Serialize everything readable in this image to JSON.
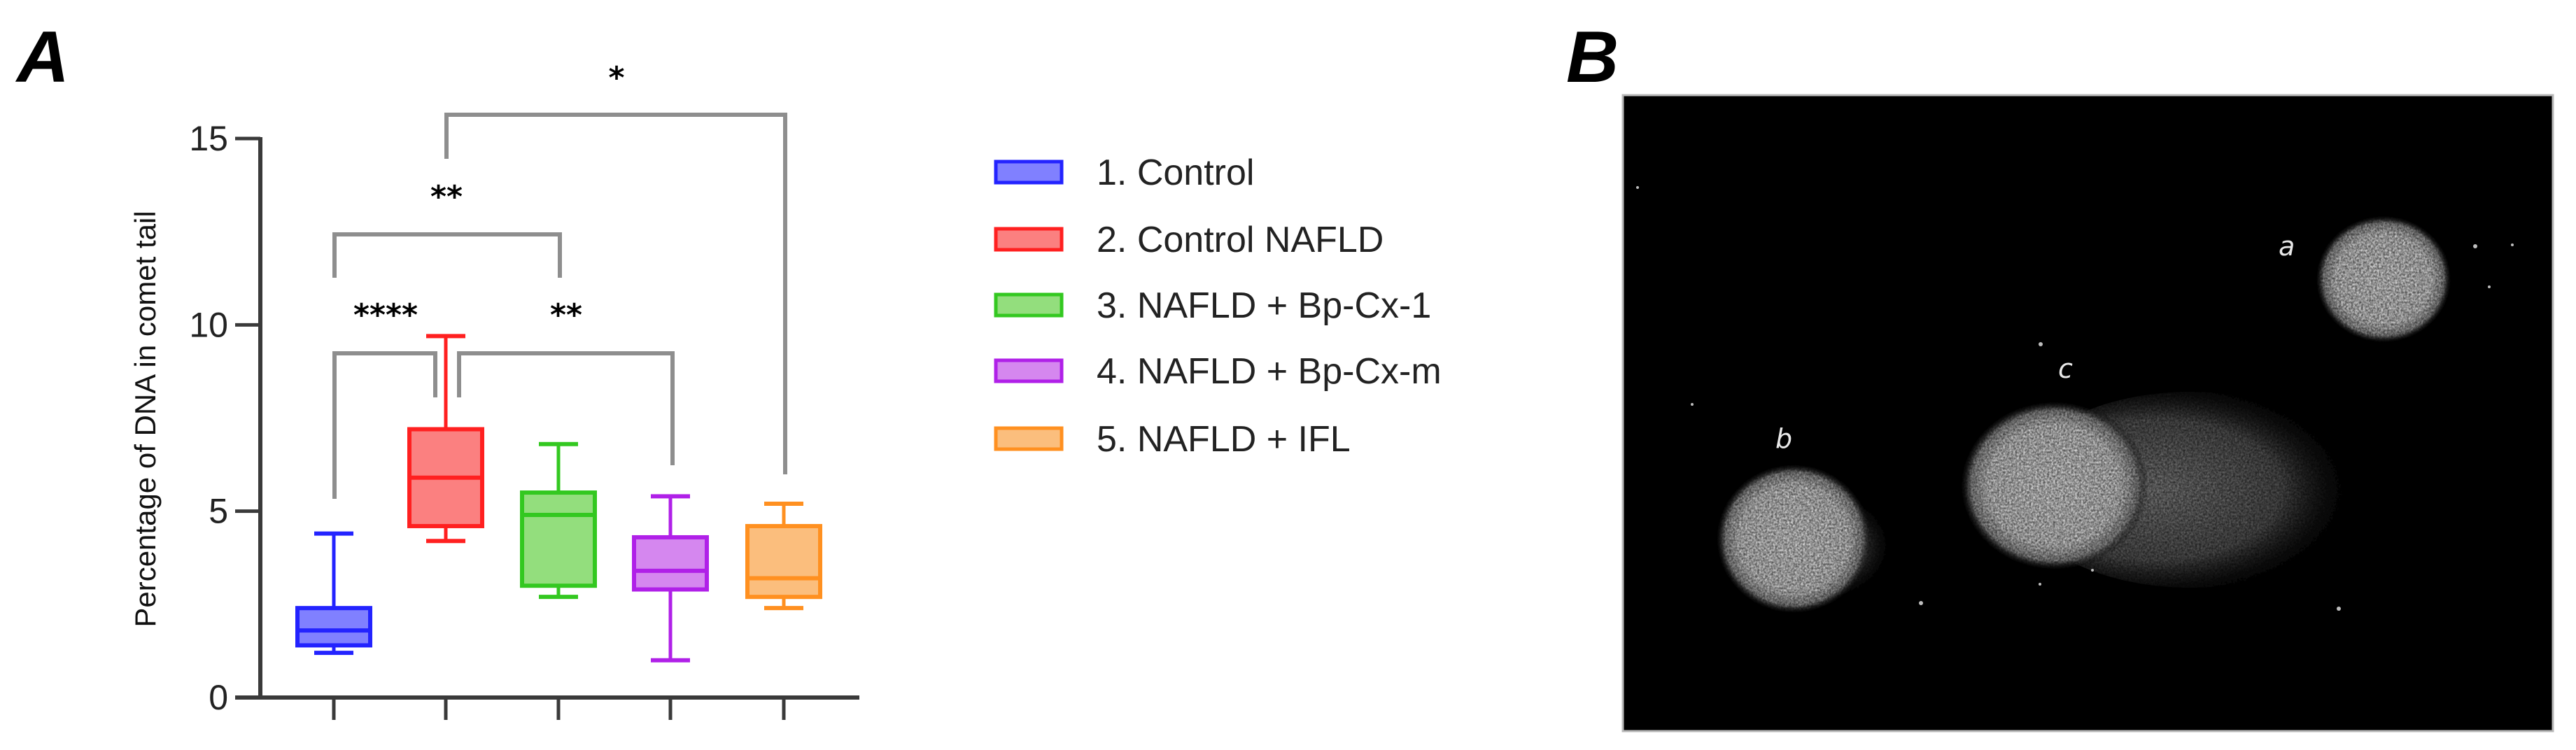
{
  "panels": {
    "a_label": "A",
    "b_label": "B"
  },
  "chart_data": {
    "type": "box",
    "title": "",
    "xlabel": "",
    "ylabel": "Percentage of DNA in comet tail",
    "ylim": [
      0,
      15
    ],
    "yticks": [
      0,
      5,
      10,
      15
    ],
    "grid": false,
    "legend_position": "right",
    "categories": [
      "1. Control",
      "2. Control NAFLD",
      "3. NAFLD + Bp-Cx-1",
      "4. NAFLD + Bp-Cx-m",
      "5. NAFLD + IFL"
    ],
    "series": [
      {
        "name": "1. Control",
        "color": "#2323ff",
        "fill": "#8080ff",
        "min": 1.2,
        "q1": 1.4,
        "median": 1.8,
        "q3": 2.4,
        "max": 4.4
      },
      {
        "name": "2. Control NAFLD",
        "color": "#ff2020",
        "fill": "#fb8080",
        "min": 4.2,
        "q1": 4.6,
        "median": 5.9,
        "q3": 7.2,
        "max": 9.7
      },
      {
        "name": "3. NAFLD + Bp-Cx-1",
        "color": "#33c820",
        "fill": "#93de7d",
        "min": 2.7,
        "q1": 3.0,
        "median": 4.9,
        "q3": 5.5,
        "max": 6.8
      },
      {
        "name": "4. NAFLD + Bp-Cx-m",
        "color": "#b020e8",
        "fill": "#d587ef",
        "min": 1.0,
        "q1": 2.9,
        "median": 3.4,
        "q3": 4.3,
        "max": 5.4
      },
      {
        "name": "5. NAFLD + IFL",
        "color": "#ff9020",
        "fill": "#fbbe7d",
        "min": 2.4,
        "q1": 2.7,
        "median": 3.2,
        "q3": 4.6,
        "max": 5.2
      }
    ],
    "annotations": [
      {
        "groups": [
          1,
          2
        ],
        "label": "****"
      },
      {
        "groups": [
          2,
          4
        ],
        "label": "**"
      },
      {
        "groups": [
          1,
          3
        ],
        "label": "**"
      },
      {
        "groups": [
          2,
          5
        ],
        "label": "*"
      }
    ]
  },
  "image_panel": {
    "background": "#000000",
    "labels": {
      "a": "a",
      "b": "b",
      "c": "c"
    }
  }
}
